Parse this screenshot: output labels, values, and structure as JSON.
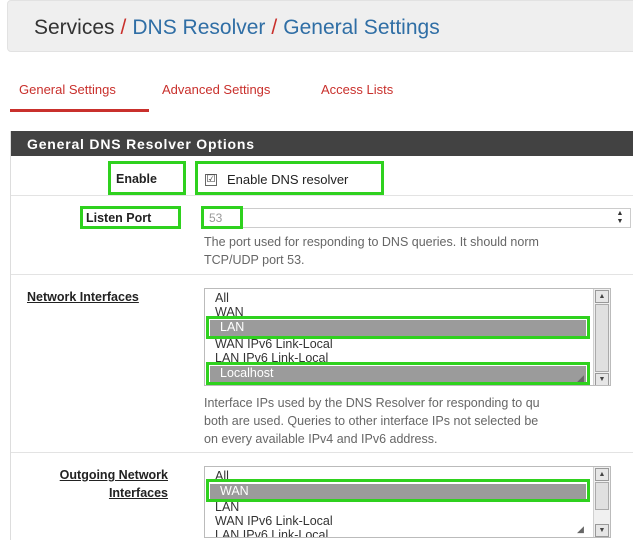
{
  "breadcrumb": {
    "root": "Services",
    "separator": "/",
    "level2": "DNS Resolver",
    "level3": "General Settings"
  },
  "tabs": [
    {
      "label": "General Settings",
      "active": true
    },
    {
      "label": "Advanced Settings",
      "active": false
    },
    {
      "label": "Access Lists",
      "active": false
    }
  ],
  "panel": {
    "heading": "General DNS Resolver Options"
  },
  "enable": {
    "label": "Enable",
    "checked": true,
    "checkbox_mark": "☑",
    "checkbox_label": "Enable DNS resolver"
  },
  "listen_port": {
    "label": "Listen Port",
    "value": "53",
    "help_line1": "The port used for responding to DNS queries. It should norm",
    "help_line2": "TCP/UDP port 53."
  },
  "network_interfaces": {
    "label": "Network Interfaces",
    "options": [
      "All",
      "WAN",
      "LAN",
      "WAN IPv6 Link-Local",
      "LAN IPv6 Link-Local",
      "Localhost"
    ],
    "selected": [
      "LAN",
      "Localhost"
    ],
    "help_line1": "Interface IPs used by the DNS Resolver for responding to qu",
    "help_line2": "both are used. Queries to other interface IPs not selected be",
    "help_line3": "on every available IPv4 and IPv6 address."
  },
  "outgoing_interfaces": {
    "label_line1": "Outgoing Network",
    "label_line2": "Interfaces",
    "options": [
      "All",
      "WAN",
      "LAN",
      "WAN IPv6 Link-Local",
      "LAN IPv6 Link-Local"
    ],
    "selected": [
      "WAN"
    ]
  },
  "colors": {
    "accent": "#c9302c",
    "link": "#2f6ea5",
    "heading_bg": "#424242",
    "highlight": "#2fd11e",
    "selected_option": "#9b9b9b"
  },
  "icons": {
    "spinner_up": "▲",
    "spinner_down": "▼",
    "scroll_up": "▲",
    "scroll_down": "▼",
    "resize": "◢"
  }
}
